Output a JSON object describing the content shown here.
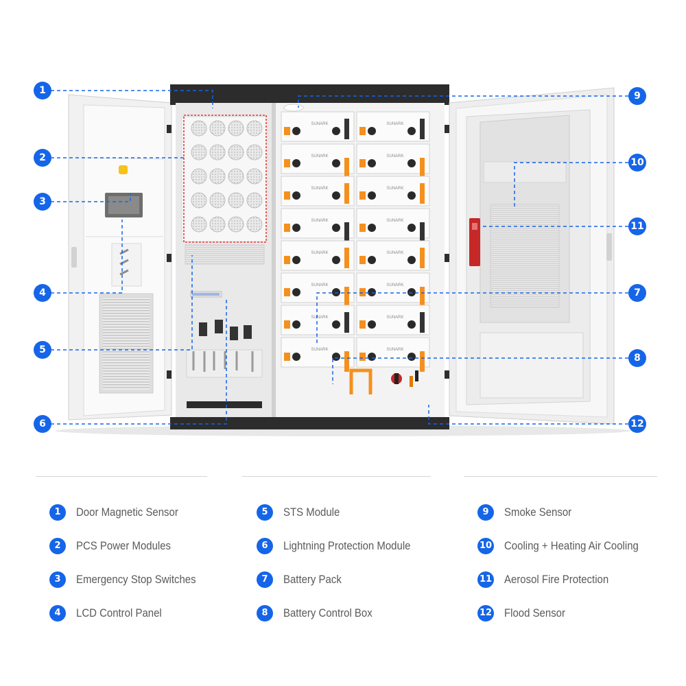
{
  "callouts": [
    {
      "n": "1"
    },
    {
      "n": "2"
    },
    {
      "n": "3"
    },
    {
      "n": "4"
    },
    {
      "n": "5"
    },
    {
      "n": "6"
    },
    {
      "n": "7"
    },
    {
      "n": "8"
    },
    {
      "n": "9"
    },
    {
      "n": "10"
    },
    {
      "n": "11"
    },
    {
      "n": "12"
    }
  ],
  "brand": "SUNARK",
  "legend": [
    {
      "n": "1",
      "label": "Door Magnetic Sensor"
    },
    {
      "n": "2",
      "label": "PCS Power Modules"
    },
    {
      "n": "3",
      "label": "Emergency Stop Switches"
    },
    {
      "n": "4",
      "label": "LCD Control Panel"
    },
    {
      "n": "5",
      "label": "STS Module"
    },
    {
      "n": "6",
      "label": "Lightning Protection Module"
    },
    {
      "n": "7",
      "label": "Battery Pack"
    },
    {
      "n": "8",
      "label": "Battery Control Box"
    },
    {
      "n": "9",
      "label": "Smoke Sensor"
    },
    {
      "n": "10",
      "label": "Cooling + Heating Air Cooling"
    },
    {
      "n": "11",
      "label": "Aerosol Fire Protection"
    },
    {
      "n": "12",
      "label": "Flood Sensor"
    }
  ],
  "colors": {
    "accent": "#1565e8",
    "highlight": "#e53935",
    "cable": "#f5901e",
    "fire": "#c62828"
  }
}
